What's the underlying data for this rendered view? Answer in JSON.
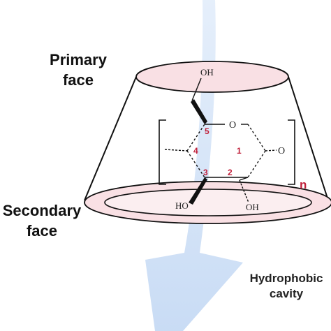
{
  "labels": {
    "primary_face": [
      "Primary",
      "face"
    ],
    "secondary_face": [
      "Secondary",
      "face"
    ],
    "cavity": [
      "Hydrophobic",
      "cavity"
    ]
  },
  "molecule": {
    "atoms": {
      "oh_top": "OH",
      "ring_o": "O",
      "o_right": "O",
      "ho_left": "HO",
      "oh_bottom": "OH"
    },
    "carbon_numbers": [
      "1",
      "2",
      "3",
      "4",
      "5"
    ],
    "repeat_subscript": "n"
  },
  "colors": {
    "face_fill": "#f9e0e4",
    "face_stroke": "#111111",
    "arrow": "#c9dcf4",
    "number_color": "#c0203a"
  }
}
